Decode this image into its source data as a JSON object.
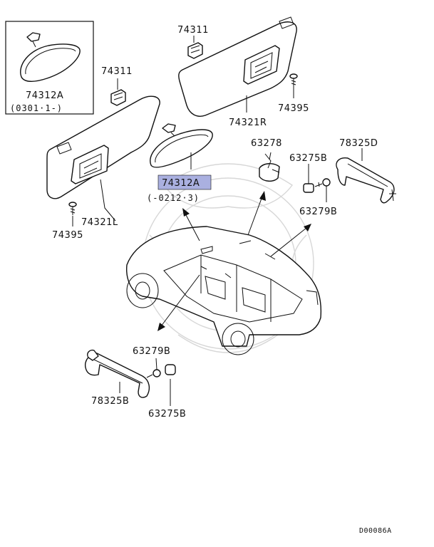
{
  "labels": {
    "mirror_boxed_part": "74312A",
    "mirror_boxed_range": "(0301·1-)",
    "clip_left": "74311",
    "clip_right": "74311",
    "visor_left": "74321L",
    "visor_right": "74321R",
    "screw_left": "74395",
    "screw_right": "74395",
    "mirror_main_part": "74312A",
    "mirror_main_range": "(-0212·3)",
    "lamp": "63278",
    "cap_right": "63275B",
    "bolt_right": "63279B",
    "grip_right": "78325D",
    "bolt_left": "63279B",
    "grip_left": "78325B",
    "cap_left": "63275B"
  },
  "footer_code": "D00086A",
  "colors": {
    "highlight": "#aab0e0",
    "watermark": "#d7d7d7"
  }
}
